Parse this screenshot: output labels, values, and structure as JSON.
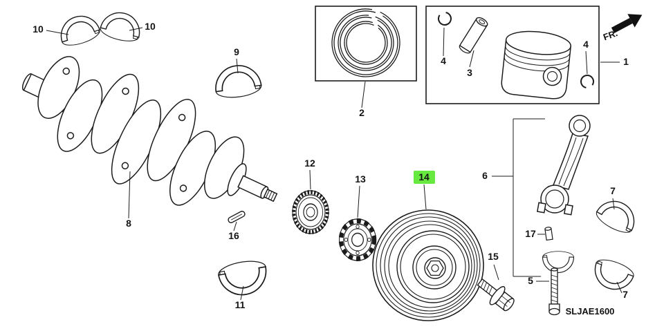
{
  "diagram": {
    "code": "SLJAE1600",
    "fr_label": "FR.",
    "highlight_color": "#67E93F",
    "line_color": "#1b1b1b",
    "background": "#ffffff",
    "callouts": [
      {
        "part": "10",
        "ref": "main-bearing-upper-left"
      },
      {
        "part": "10",
        "ref": "main-bearing-upper-right"
      },
      {
        "part": "9",
        "ref": "main-bearing-half"
      },
      {
        "part": "2",
        "ref": "piston-ring-set"
      },
      {
        "part": "4",
        "ref": "piston-pin-clip-left"
      },
      {
        "part": "3",
        "ref": "piston-pin"
      },
      {
        "part": "4",
        "ref": "piston-pin-clip-right"
      },
      {
        "part": "1",
        "ref": "piston-assembly"
      },
      {
        "part": "8",
        "ref": "crankshaft"
      },
      {
        "part": "16",
        "ref": "woodruff-key"
      },
      {
        "part": "12",
        "ref": "timing-sprocket"
      },
      {
        "part": "13",
        "ref": "pulser-plate"
      },
      {
        "part": "14",
        "ref": "crankshaft-pulley",
        "highlighted": true
      },
      {
        "part": "11",
        "ref": "thrust-bearing-half"
      },
      {
        "part": "6",
        "ref": "connecting-rod"
      },
      {
        "part": "17",
        "ref": "rod-dowel"
      },
      {
        "part": "5",
        "ref": "connecting-rod-bolt"
      },
      {
        "part": "15",
        "ref": "pulley-bolt"
      },
      {
        "part": "7",
        "ref": "rod-bearing-upper"
      },
      {
        "part": "7",
        "ref": "rod-bearing-lower"
      }
    ]
  }
}
